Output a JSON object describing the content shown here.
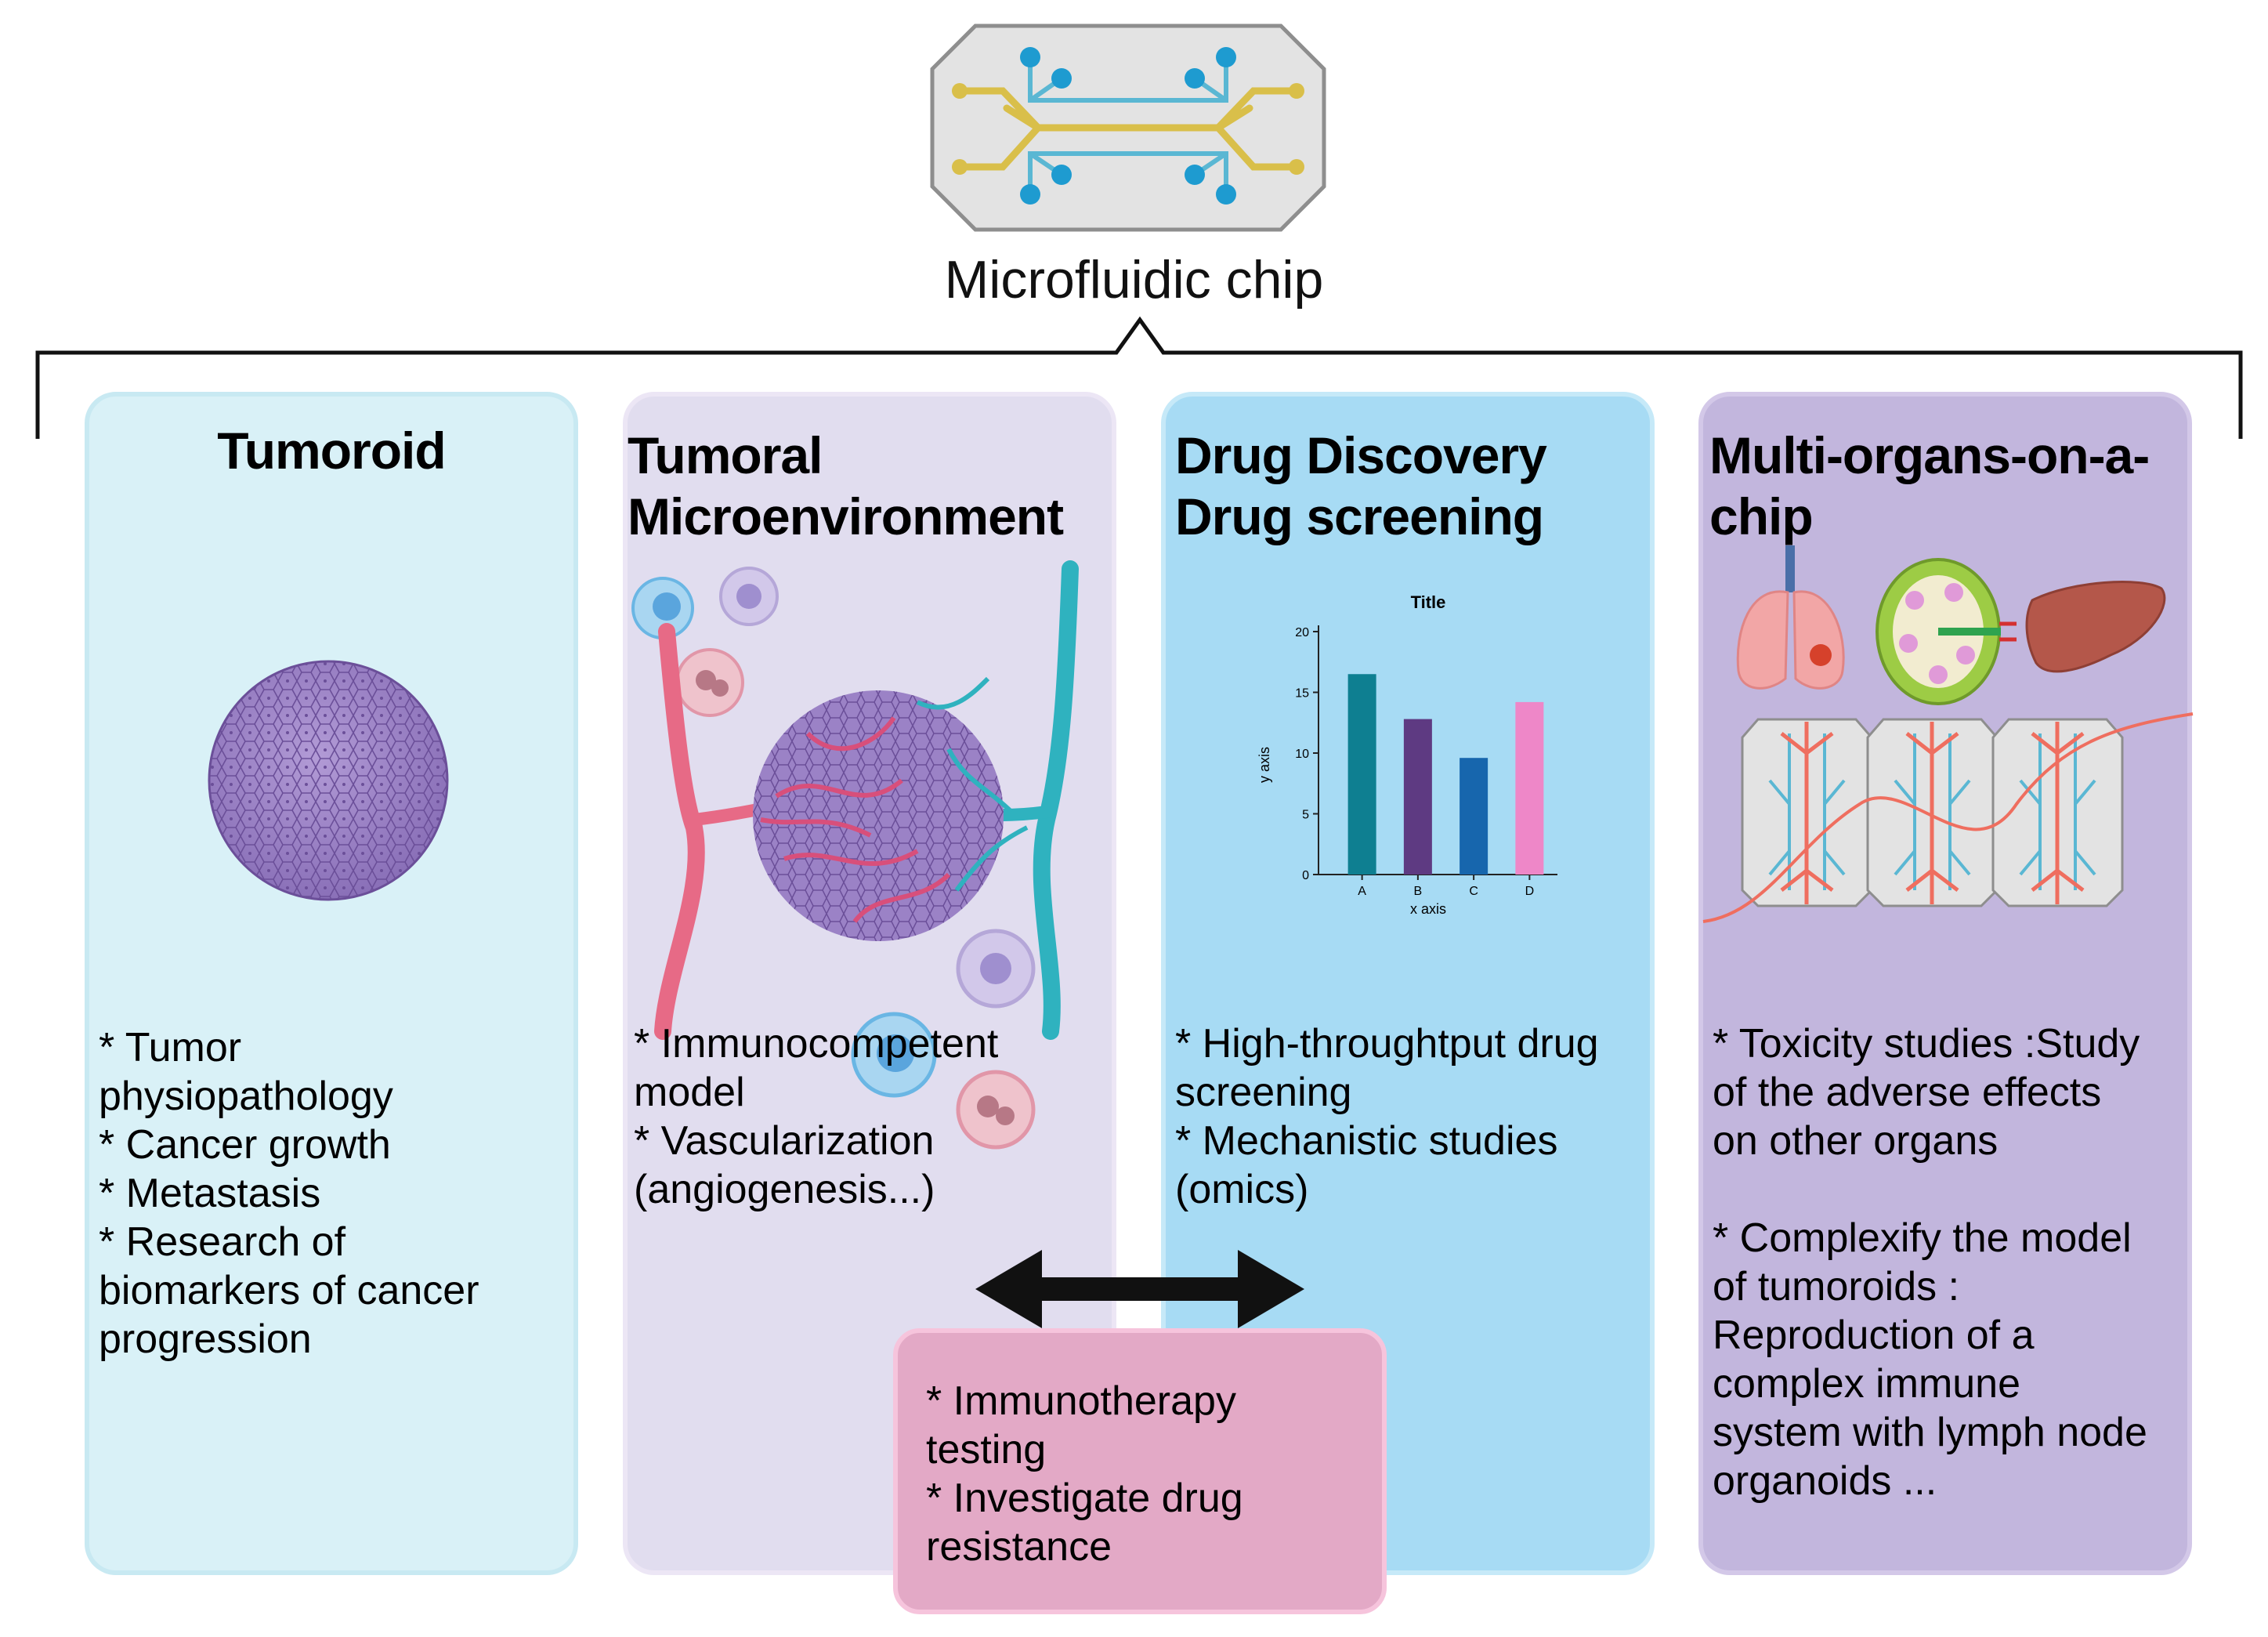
{
  "chip": {
    "label": "Microfluidic chip"
  },
  "panels": [
    {
      "title_lines": [
        "Tumoroid"
      ],
      "bullets": [
        "* Tumor",
        "physiopathology",
        "* Cancer growth",
        "* Metastasis",
        "* Research of",
        "biomarkers of cancer",
        "progression"
      ]
    },
    {
      "title_lines": [
        "Tumoral",
        "Microenvironment"
      ],
      "bullets": [
        "* Immunocompetent",
        "model",
        "* Vascularization",
        "(angiogenesis...)"
      ]
    },
    {
      "title_lines": [
        "Drug Discovery",
        "Drug screening"
      ],
      "bullets": [
        "* High-throughtput drug",
        "screening",
        "* Mechanistic studies",
        "(omics)"
      ]
    },
    {
      "title_lines": [
        "Multi-organs-on-a-",
        "chip"
      ],
      "bullets": [
        "* Toxicity studies :Study",
        "of the adverse effects",
        "on other organs",
        "",
        "* Complexify the model",
        "of tumoroids :",
        "Reproduction of a",
        "complex immune",
        "system with lymph node",
        "organoids ..."
      ]
    }
  ],
  "shared_box": {
    "bullets": [
      "* Immunotherapy",
      "testing",
      "* Investigate drug",
      "resistance"
    ]
  },
  "chart_data": {
    "type": "bar",
    "title": "Title",
    "xlabel": "x axis",
    "ylabel": "y axis",
    "categories": [
      "A",
      "B",
      "C",
      "D"
    ],
    "values": [
      16.5,
      12.8,
      9.6,
      14.2
    ],
    "colors": [
      "#0e7f91",
      "#5e3a82",
      "#1766ad",
      "#ee87c8"
    ],
    "ylim": [
      0,
      20
    ],
    "yticks": [
      0,
      5,
      10,
      15,
      20
    ],
    "grid": false
  },
  "colors": {
    "panel1": "#d9f1f7",
    "panel2": "#e1ddef",
    "panel3": "#a7dbf4",
    "panel4": "#c2b6dd",
    "shared_box": "#e3a9c6",
    "channel_yellow": "#d9bf4a",
    "channel_blue": "#5ab7d3",
    "vessel_red": "#e76a86",
    "vessel_teal": "#2fb2bf",
    "spheroid": "#9b82c6"
  },
  "icons": [
    "microfluidic-chip-icon",
    "tumoroid-spheroid-icon",
    "vascularized-tumor-icon",
    "immune-cell-icon",
    "lung-icon",
    "lymph-node-icon",
    "liver-icon",
    "organ-chip-icon",
    "double-arrow-icon"
  ]
}
